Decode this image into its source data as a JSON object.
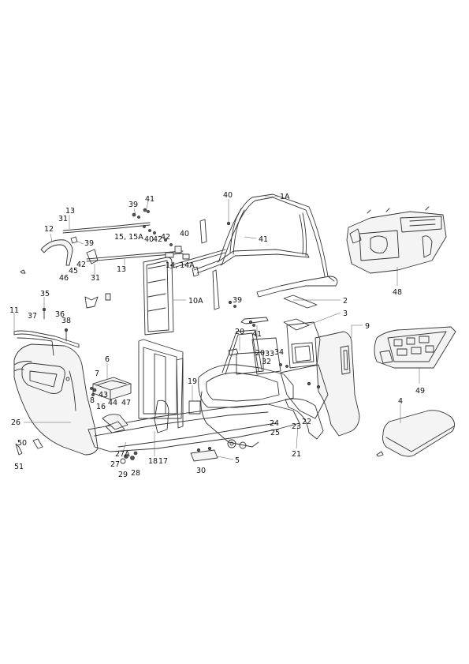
{
  "diagram": {
    "callouts": [
      {
        "id": "c-41a",
        "text": "41"
      },
      {
        "id": "c-40a",
        "text": "40"
      },
      {
        "id": "c-1a",
        "text": "1A"
      },
      {
        "id": "c-39a",
        "text": "39"
      },
      {
        "id": "c-13a",
        "text": "13"
      },
      {
        "id": "c-31a",
        "text": "31"
      },
      {
        "id": "c-12",
        "text": "12"
      },
      {
        "id": "c-39b",
        "text": "39"
      },
      {
        "id": "c-15",
        "text": "15, 15A"
      },
      {
        "id": "c-40b",
        "text": "40"
      },
      {
        "id": "c-42a",
        "text": "42"
      },
      {
        "id": "c-42b",
        "text": "42"
      },
      {
        "id": "c-40c",
        "text": "40"
      },
      {
        "id": "c-41b",
        "text": "41"
      },
      {
        "id": "c-42c",
        "text": "42"
      },
      {
        "id": "c-45",
        "text": "45"
      },
      {
        "id": "c-46",
        "text": "46"
      },
      {
        "id": "c-31b",
        "text": "31"
      },
      {
        "id": "c-13b",
        "text": "13"
      },
      {
        "id": "c-14",
        "text": "14, 14A"
      },
      {
        "id": "c-10a",
        "text": "10A"
      },
      {
        "id": "c-39c",
        "text": "39"
      },
      {
        "id": "c-2",
        "text": "2"
      },
      {
        "id": "c-3",
        "text": "3"
      },
      {
        "id": "c-48",
        "text": "48"
      },
      {
        "id": "c-35",
        "text": "35"
      },
      {
        "id": "c-11",
        "text": "11"
      },
      {
        "id": "c-37",
        "text": "37"
      },
      {
        "id": "c-36",
        "text": "36"
      },
      {
        "id": "c-38",
        "text": "38"
      },
      {
        "id": "c-9",
        "text": "9"
      },
      {
        "id": "c-41c",
        "text": "41"
      },
      {
        "id": "c-20a",
        "text": "20"
      },
      {
        "id": "c-20b",
        "text": "20"
      },
      {
        "id": "c-33",
        "text": "33"
      },
      {
        "id": "c-34",
        "text": "34"
      },
      {
        "id": "c-32",
        "text": "32"
      },
      {
        "id": "c-6",
        "text": "6"
      },
      {
        "id": "c-7",
        "text": "7"
      },
      {
        "id": "c-19",
        "text": "19"
      },
      {
        "id": "c-49",
        "text": "49"
      },
      {
        "id": "c-8",
        "text": "8"
      },
      {
        "id": "c-43",
        "text": "43"
      },
      {
        "id": "c-16",
        "text": "16"
      },
      {
        "id": "c-44",
        "text": "44"
      },
      {
        "id": "c-47",
        "text": "47"
      },
      {
        "id": "c-4",
        "text": "4"
      },
      {
        "id": "c-26",
        "text": "26"
      },
      {
        "id": "c-24",
        "text": "24"
      },
      {
        "id": "c-22",
        "text": "22"
      },
      {
        "id": "c-23",
        "text": "23"
      },
      {
        "id": "c-25",
        "text": "25"
      },
      {
        "id": "c-50",
        "text": "50"
      },
      {
        "id": "c-27a",
        "text": "27A"
      },
      {
        "id": "c-21",
        "text": "21"
      },
      {
        "id": "c-27",
        "text": "27"
      },
      {
        "id": "c-18",
        "text": "18"
      },
      {
        "id": "c-17",
        "text": "17"
      },
      {
        "id": "c-5",
        "text": "5"
      },
      {
        "id": "c-51",
        "text": "51"
      },
      {
        "id": "c-29",
        "text": "29"
      },
      {
        "id": "c-28",
        "text": "28"
      },
      {
        "id": "c-30",
        "text": "30"
      }
    ]
  }
}
